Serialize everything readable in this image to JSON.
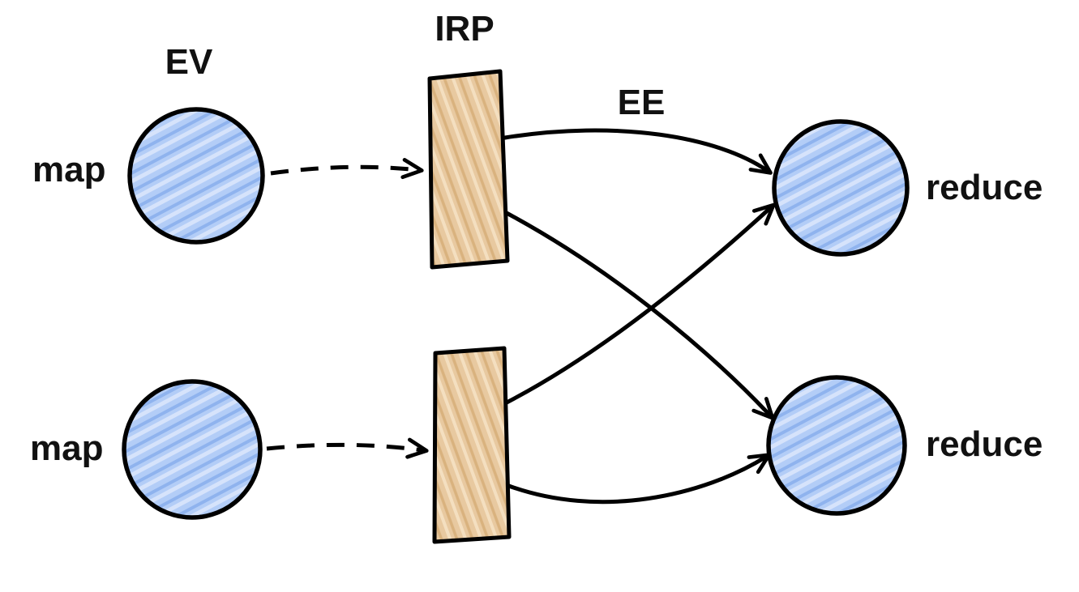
{
  "diagram": {
    "type": "hand-drawn-flow-diagram",
    "background": "#ffffff",
    "labels": {
      "ev": "EV",
      "irp": "IRP",
      "ee": "EE",
      "map_top": "map",
      "map_bottom": "map",
      "reduce_top": "reduce",
      "reduce_bottom": "reduce"
    },
    "colors": {
      "stroke": "#000000",
      "text": "#111111",
      "node_fill": "#b3cdf7",
      "node_hatch_dark": "#8fb3ee",
      "node_hatch_light": "#d6e3fb",
      "box_fill": "#e8c9a0",
      "box_hatch_dark": "#d9b27e",
      "box_hatch_light": "#f4dfc0"
    },
    "nodes": [
      {
        "id": "map-1",
        "label": "map",
        "shape": "circle"
      },
      {
        "id": "map-2",
        "label": "map",
        "shape": "circle"
      },
      {
        "id": "irp-1",
        "label": "",
        "shape": "rectangle"
      },
      {
        "id": "irp-2",
        "label": "",
        "shape": "rectangle"
      },
      {
        "id": "reduce-1",
        "label": "reduce",
        "shape": "circle"
      },
      {
        "id": "reduce-2",
        "label": "reduce",
        "shape": "circle"
      }
    ],
    "edges": [
      {
        "from": "map-1",
        "to": "irp-1",
        "style": "dashed"
      },
      {
        "from": "map-2",
        "to": "irp-2",
        "style": "dashed"
      },
      {
        "from": "irp-1",
        "to": "reduce-1",
        "style": "solid"
      },
      {
        "from": "irp-1",
        "to": "reduce-2",
        "style": "solid"
      },
      {
        "from": "irp-2",
        "to": "reduce-1",
        "style": "solid"
      },
      {
        "from": "irp-2",
        "to": "reduce-2",
        "style": "solid"
      }
    ]
  }
}
